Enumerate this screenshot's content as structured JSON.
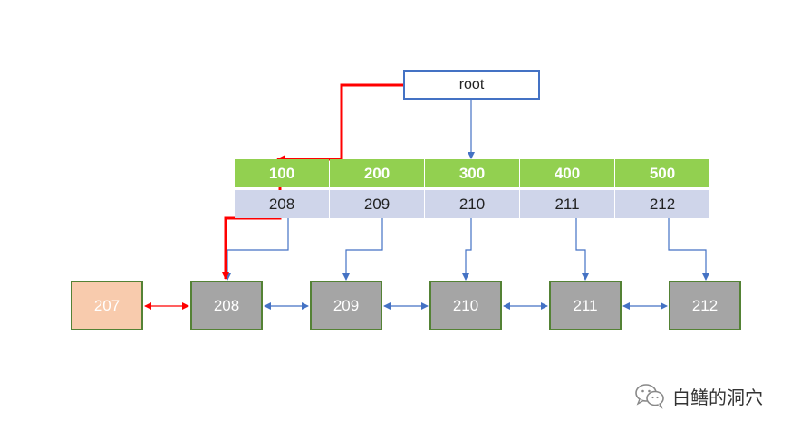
{
  "root": {
    "label": "root"
  },
  "index_node": {
    "keys": [
      "100",
      "200",
      "300",
      "400",
      "500"
    ],
    "pointers": [
      "208",
      "209",
      "210",
      "211",
      "212"
    ]
  },
  "leaves": [
    {
      "label": "207",
      "state": "previous"
    },
    {
      "label": "208",
      "state": "target"
    },
    {
      "label": "209",
      "state": "normal"
    },
    {
      "label": "210",
      "state": "normal"
    },
    {
      "label": "211",
      "state": "normal"
    },
    {
      "label": "212",
      "state": "normal"
    }
  ],
  "colors": {
    "key_fill": "#92d050",
    "pointer_fill": "#cfd5ea",
    "leaf_fill": "#a5a5a5",
    "leaf_prev_fill": "#f8cbad",
    "leaf_border": "#548235",
    "link_blue": "#4472c4",
    "search_path_red": "#ff0000"
  },
  "watermark": {
    "text": "白鳝的洞穴",
    "icon": "wechat-icon"
  }
}
